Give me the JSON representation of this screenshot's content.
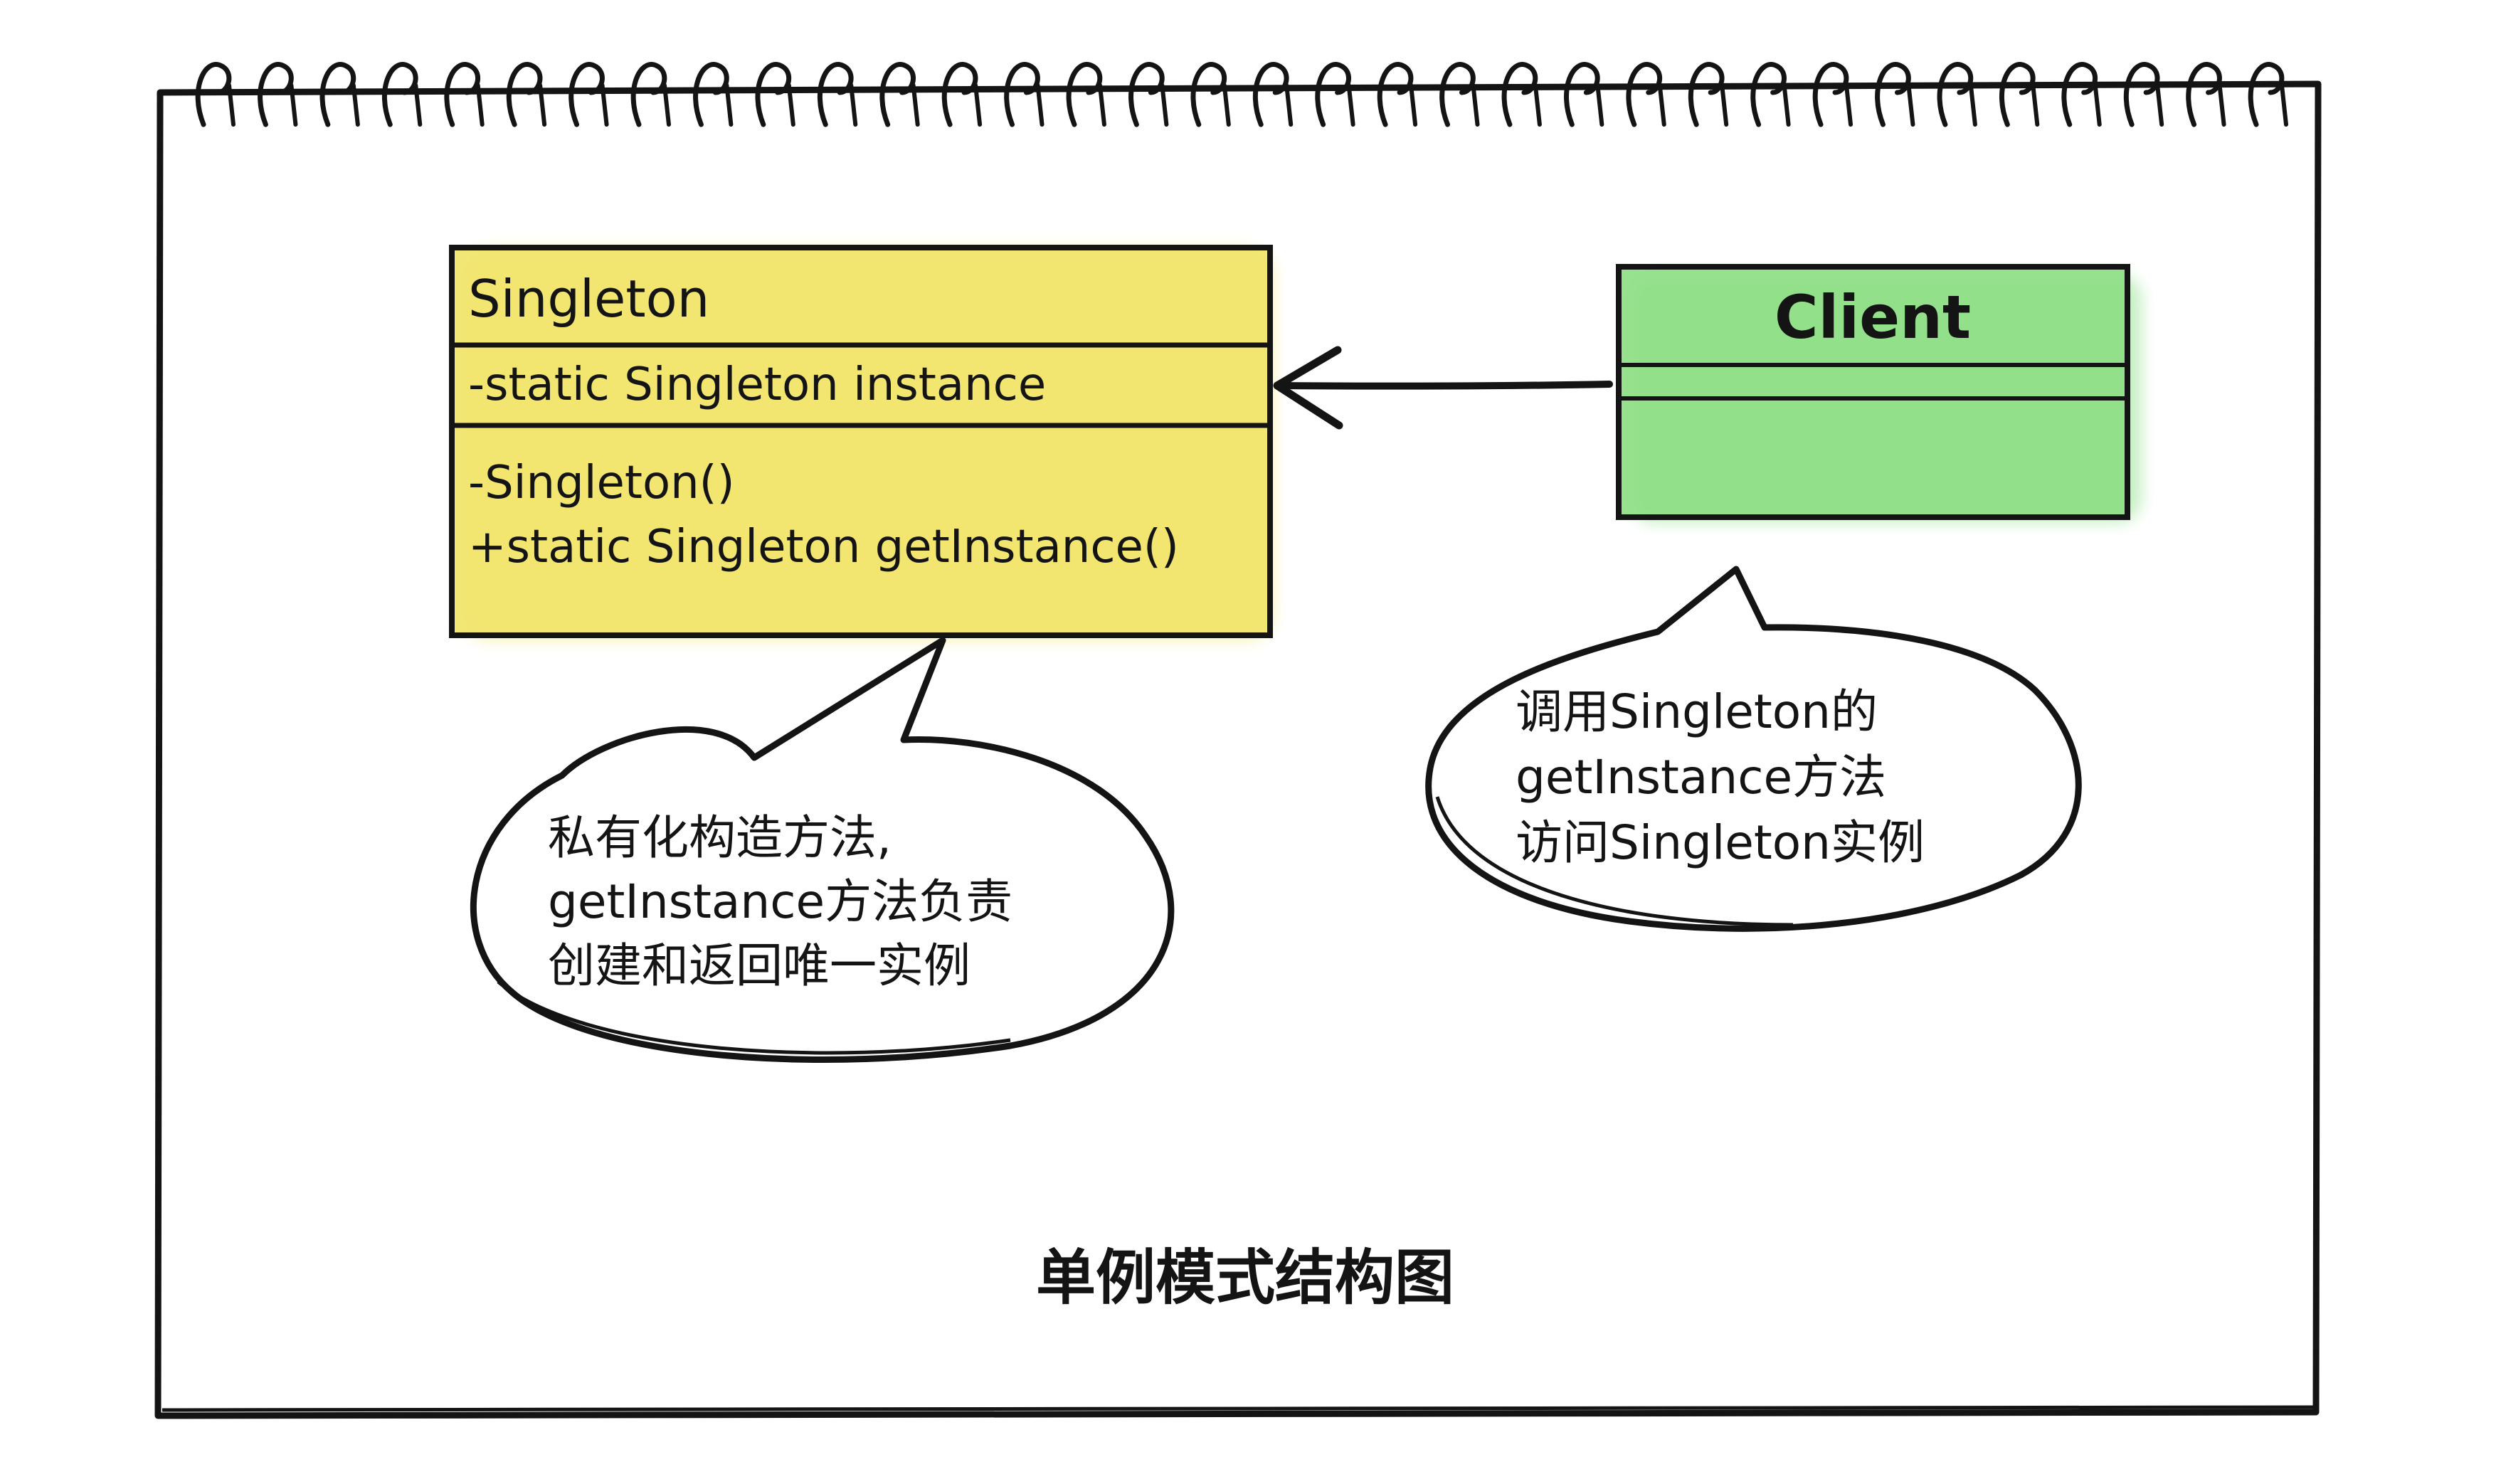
{
  "singleton_class": {
    "name": "Singleton",
    "attributes": [
      "-static Singleton instance"
    ],
    "methods": [
      "-Singleton()",
      "+static Singleton getInstance()"
    ]
  },
  "client_class": {
    "name": "Client"
  },
  "notes": {
    "singleton_note": [
      "私有化构造方法,",
      "getInstance方法负责",
      "创建和返回唯一实例"
    ],
    "client_note": [
      "调用Singleton的",
      "getInstance方法",
      "访问Singleton实例"
    ]
  },
  "caption": "单例模式结构图",
  "colors": {
    "singleton_fill": "#f3e774",
    "client_fill": "#8fe08a",
    "ink": "#141414",
    "paper": "#ffffff"
  }
}
